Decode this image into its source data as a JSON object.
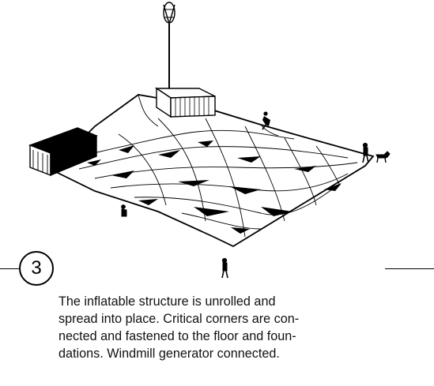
{
  "step": {
    "number": "3"
  },
  "caption": {
    "lines": [
      "The inflatable structure is unrolled and",
      "spread into place. Critical corners are con-",
      "nected and fastened to the floor and foun-",
      "dations. Windmill generator connected."
    ]
  },
  "colors": {
    "ink": "#000000",
    "paper": "#ffffff"
  }
}
